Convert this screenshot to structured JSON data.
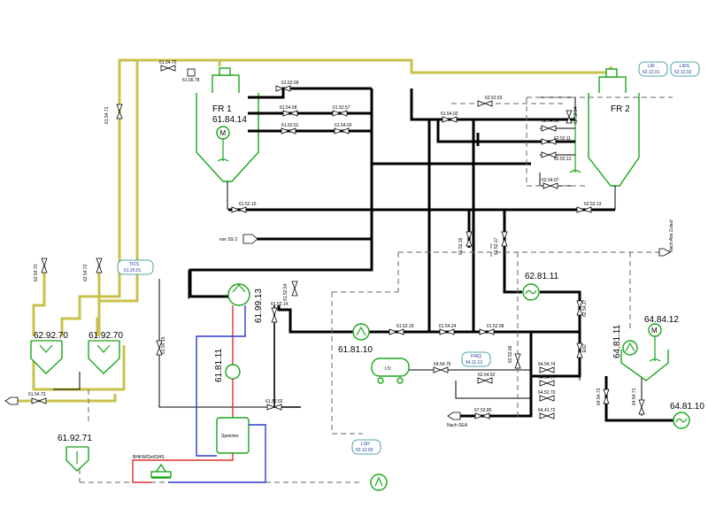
{
  "tanks": {
    "fr1": {
      "label": "FR 1",
      "motor_id": "61.84.14"
    },
    "fr2": {
      "label": "FR 2"
    }
  },
  "equipment": {
    "heat_exchanger": "61.99.13",
    "pump_61_81_11": "61.81.11",
    "pump_61_81_10": "61.81.10",
    "hx_62_81_11": "62.81.11",
    "agitator_64_84_12": "64.84.12",
    "pump_64_81_11": "64.81.11",
    "hx_64_81_10": "64.81.10",
    "hopper_left": "62.92.70",
    "hopper_right": "61.92.70",
    "hopper_bottom": "61.92.71",
    "storage": "Speicher",
    "ltr": "LTr",
    "bhkw": "BHKW/Del/SHS"
  },
  "valves": {
    "v61_54_70": "61.54.70",
    "v61_66_78": "61.66.78",
    "v61_54_71": "61.54.71",
    "v62_54_70": "62.54.70",
    "v62_54_72": "62.54.72",
    "v61_54_73": "61.54.73",
    "v61_52_09": "61.52.09",
    "v61_54_08": "61.54.08",
    "v61_52_57": "61.52.57",
    "v61_52_01": "61.52.01",
    "v61_54_03": "61.54.03",
    "v61_54_02": "61.54.02",
    "v62_52_53": "62.52.53",
    "v62_54_58": "62.54.58",
    "v62_52_54": "62.52.54",
    "v62_52_11": "62.52.11",
    "v62_52_12": "62.52.12",
    "v62_54_07": "62.54.07",
    "v61_52_10": "61.52.10",
    "v62_52_13": "62.52.13",
    "v61_52_16": "61.52.16",
    "v61_52_17": "61.52.17",
    "v61_52_54": "61.52.54",
    "v61_52_14": "61.52.14",
    "v61_54_15": "61.54.15",
    "v61_52_19": "61.52.19",
    "v61_54_24": "61.54.24",
    "v61_52_58": "61.52.58",
    "v62_52_06": "62.52.06",
    "v61_52_02": "61.52.02",
    "v62_54_27": "62.54.27",
    "v64_54_76": "64.54.76",
    "v62_54_52": "62.54.52",
    "v64_54_74": "64.54.74",
    "v64_54_77": "64.54.77",
    "v64_52_70": "64.52.70",
    "v64_54_73": "64.54.73",
    "v64_54_71": "64.54.71",
    "v67_52_80": "67.52.80",
    "v64_41_72": "64.41.72",
    "v62": "E62"
  },
  "tags": {
    "lir": {
      "name": "LIR",
      "id": "62.12.01"
    },
    "lirs": {
      "name": "LIRS",
      "id": "62.12.02"
    },
    "tics": {
      "name": "TICS",
      "id": "61.20.01"
    },
    "fiqo": {
      "name": "FIRQ",
      "id": "64.11.13"
    },
    "lsh": {
      "name": "LSH",
      "id": "62.12.03"
    }
  },
  "labels": {
    "von_ss2": "von SS 2",
    "nach_abs": "Nach Abs Zulauf",
    "nach_sea": "Nach SEA"
  }
}
